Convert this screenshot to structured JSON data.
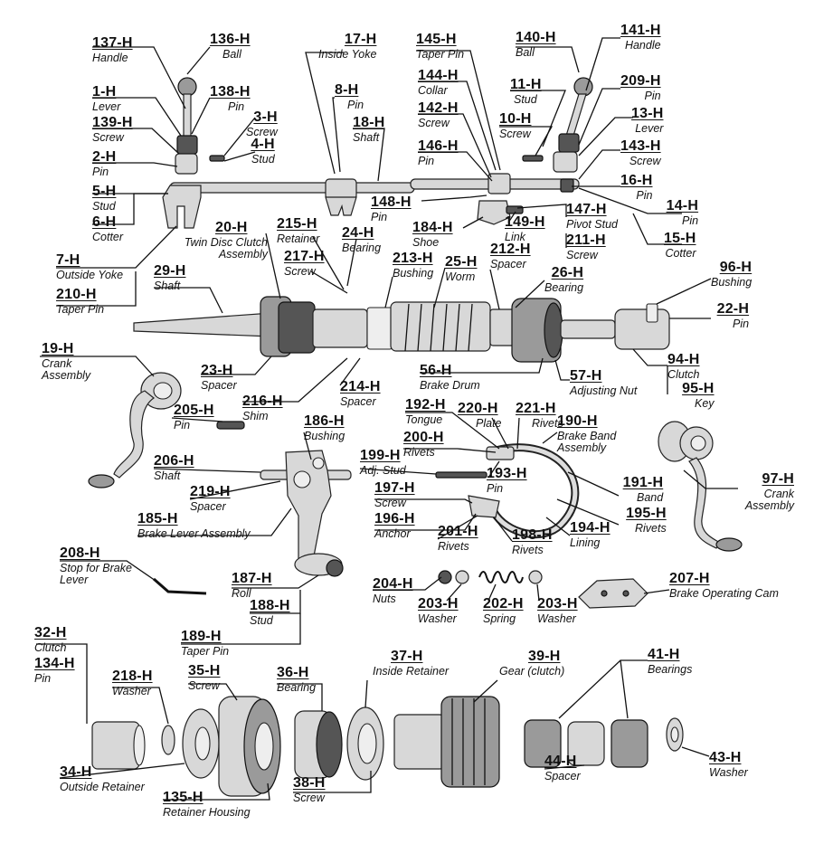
{
  "labels": [
    {
      "id": "137-H",
      "text": "Handle"
    },
    {
      "id": "136-H",
      "text": "Ball"
    },
    {
      "id": "17-H",
      "text": "Inside Yoke"
    },
    {
      "id": "145-H",
      "text": "Taper Pin"
    },
    {
      "id": "140-H",
      "text": "Ball"
    },
    {
      "id": "141-H",
      "text": "Handle"
    },
    {
      "id": "1-H",
      "text": "Lever"
    },
    {
      "id": "138-H",
      "text": "Pin"
    },
    {
      "id": "8-H",
      "text": "Pin"
    },
    {
      "id": "144-H",
      "text": "Collar"
    },
    {
      "id": "11-H",
      "text": "Stud"
    },
    {
      "id": "209-H",
      "text": "Pin"
    },
    {
      "id": "139-H",
      "text": "Screw"
    },
    {
      "id": "3-H",
      "text": "Screw"
    },
    {
      "id": "18-H",
      "text": "Shaft"
    },
    {
      "id": "142-H",
      "text": "Screw"
    },
    {
      "id": "10-H",
      "text": "Screw"
    },
    {
      "id": "13-H",
      "text": "Lever"
    },
    {
      "id": "4-H",
      "text": "Stud"
    },
    {
      "id": "2-H",
      "text": "Pin"
    },
    {
      "id": "146-H",
      "text": "Pin"
    },
    {
      "id": "143-H",
      "text": "Screw"
    },
    {
      "id": "16-H",
      "text": "Pin"
    },
    {
      "id": "5-H",
      "text": "Stud"
    },
    {
      "id": "148-H",
      "text": "Pin"
    },
    {
      "id": "14-H",
      "text": "Pin"
    },
    {
      "id": "6-H",
      "text": "Cotter"
    },
    {
      "id": "20-H",
      "text": "Twin Disc Clutch Assembly"
    },
    {
      "id": "215-H",
      "text": "Retainer"
    },
    {
      "id": "184-H",
      "text": "Shoe"
    },
    {
      "id": "149-H",
      "text": "Link"
    },
    {
      "id": "147-H",
      "text": "Pivot Stud"
    },
    {
      "id": "211-H",
      "text": "Screw"
    },
    {
      "id": "15-H",
      "text": "Cotter"
    },
    {
      "id": "24-H",
      "text": "Bearing"
    },
    {
      "id": "25-H",
      "text": "Worm"
    },
    {
      "id": "212-H",
      "text": "Spacer"
    },
    {
      "id": "217-H",
      "text": "Screw"
    },
    {
      "id": "213-H",
      "text": "Bushing"
    },
    {
      "id": "7-H",
      "text": "Outside Yoke"
    },
    {
      "id": "29-H",
      "text": "Shaft"
    },
    {
      "id": "26-H",
      "text": "Bearing"
    },
    {
      "id": "96-H",
      "text": "Bushing"
    },
    {
      "id": "210-H",
      "text": "Taper Pin"
    },
    {
      "id": "22-H",
      "text": "Pin"
    },
    {
      "id": "19-H",
      "text": "Crank Assembly"
    },
    {
      "id": "94-H",
      "text": "Clutch"
    },
    {
      "id": "23-H",
      "text": "Spacer"
    },
    {
      "id": "56-H",
      "text": "Brake Drum"
    },
    {
      "id": "57-H",
      "text": "Adjusting Nut"
    },
    {
      "id": "95-H",
      "text": "Key"
    },
    {
      "id": "216-H",
      "text": "Shim"
    },
    {
      "id": "214-H",
      "text": "Spacer"
    },
    {
      "id": "192-H",
      "text": "Tongue"
    },
    {
      "id": "220-H",
      "text": "Plate"
    },
    {
      "id": "221-H",
      "text": "Rivets"
    },
    {
      "id": "205-H",
      "text": "Pin"
    },
    {
      "id": "186-H",
      "text": "Bushing"
    },
    {
      "id": "200-H",
      "text": "Rivets"
    },
    {
      "id": "190-H",
      "text": "Brake Band Assembly"
    },
    {
      "id": "199-H",
      "text": "Adj. Stud"
    },
    {
      "id": "206-H",
      "text": "Shaft"
    },
    {
      "id": "193-H",
      "text": "Pin"
    },
    {
      "id": "97-H",
      "text": "Crank Assembly"
    },
    {
      "id": "191-H",
      "text": "Band"
    },
    {
      "id": "219-H",
      "text": "Spacer"
    },
    {
      "id": "197-H",
      "text": "Screw"
    },
    {
      "id": "195-H",
      "text": "Rivets"
    },
    {
      "id": "185-H",
      "text": "Brake Lever Assembly"
    },
    {
      "id": "196-H",
      "text": "Anchor"
    },
    {
      "id": "201-H",
      "text": "Rivets"
    },
    {
      "id": "194-H",
      "text": "Lining"
    },
    {
      "id": "198-H",
      "text": "Rivets"
    },
    {
      "id": "208-H",
      "text": "Stop for Brake Lever"
    },
    {
      "id": "187-H",
      "text": "Roll"
    },
    {
      "id": "204-H",
      "text": "Nuts"
    },
    {
      "id": "207-H",
      "text": "Brake Operating Cam"
    },
    {
      "id": "188-H",
      "text": "Stud"
    },
    {
      "id": "203-H",
      "text": "Washer"
    },
    {
      "id": "202-H",
      "text": "Spring"
    },
    {
      "id": "203-H",
      "text": "Washer"
    },
    {
      "id": "189-H",
      "text": "Taper Pin"
    },
    {
      "id": "32-H",
      "text": "Clutch"
    },
    {
      "id": "134-H",
      "text": "Pin"
    },
    {
      "id": "218-H",
      "text": "Washer"
    },
    {
      "id": "35-H",
      "text": "Screw"
    },
    {
      "id": "36-H",
      "text": "Bearing"
    },
    {
      "id": "37-H",
      "text": "Inside Retainer"
    },
    {
      "id": "39-H",
      "text": "Gear (clutch)"
    },
    {
      "id": "41-H",
      "text": "Bearings"
    },
    {
      "id": "34-H",
      "text": "Outside Retainer"
    },
    {
      "id": "38-H",
      "text": "Screw"
    },
    {
      "id": "44-H",
      "text": "Spacer"
    },
    {
      "id": "43-H",
      "text": "Washer"
    },
    {
      "id": "135-H",
      "text": "Retainer Housing"
    }
  ]
}
